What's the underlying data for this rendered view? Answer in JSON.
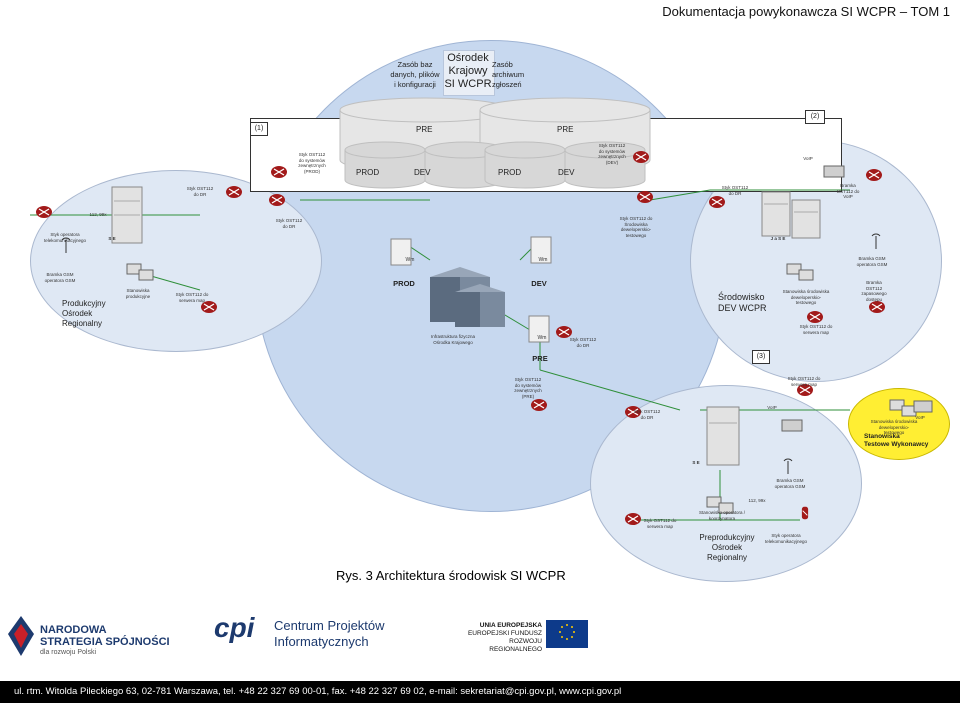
{
  "header": {
    "title": "Dokumentacja powykonawcza SI WCPR – TOM 1"
  },
  "center": {
    "title_lines": [
      "Ośrodek",
      "Krajowy",
      "SI WCPR"
    ],
    "res_left_lines": [
      "Zasób baz",
      "danych, plików",
      "i konfiguracji"
    ],
    "res_right_lines": [
      "Zasób",
      "archiwum",
      "zgłoszeń"
    ],
    "box1": "(1)",
    "box2": "(2)",
    "box3": "(3)",
    "pre": "PRE",
    "prod": "PROD",
    "dev": "DEV",
    "wm": "Wm",
    "infra_lines": [
      "Infrastruktura fizyczna",
      "Ośrodka Krajowego"
    ],
    "env_prod": "PROD",
    "env_dev": "DEV",
    "env_pre": "PRE"
  },
  "labels": {
    "styk_prod": [
      "Styk OST112",
      "do systemów",
      "zewnętrznych",
      "(PROD)"
    ],
    "styk_dev_top": [
      "Styk OST112",
      "do systemów",
      "zewnętrznych",
      "(DEV)"
    ],
    "styk_dr_left": [
      "Styk OST112",
      "do DR"
    ],
    "styk_dr_center": [
      "Styk OST112",
      "do DR"
    ],
    "styk_dr_right": [
      "Styk OST112",
      "do DR"
    ],
    "styk_srodowiska": [
      "Styk OST112 do",
      "Środowiska",
      "deweloperskio-",
      "testowego"
    ],
    "styk_dr_pre": [
      "Styk OST112",
      "do DR"
    ],
    "styk_pre_sys": [
      "Styk OST112",
      "do systemów",
      "zewnętrznych",
      "(PRE)"
    ],
    "styk_serwera_map_left": [
      "Styk OST112 do",
      "serwera map"
    ],
    "styk_serwera_map_right": [
      "Styk OST112 do",
      "serwera map"
    ],
    "styk_serwera_map_pre": [
      "Styk OST112 do",
      "serwera map"
    ],
    "styk_dr_bottom": [
      "Styk OST112",
      "do DR"
    ],
    "styk_serwera_map_bottom": [
      "Styk OST112 do",
      "serwera map"
    ],
    "styk_operatora_left": [
      "Styk operatora",
      "telekomunikacyjnego"
    ],
    "styk_operatora_bottom": [
      "Styk operatora",
      "telekomunikacyjnego"
    ],
    "brama_gsm_left": [
      "Bramka GSM",
      "operatora GSM"
    ],
    "brama_gsm_right": [
      "Bramka GSM",
      "operatora GSM"
    ],
    "brama_gsm_bottom": [
      "Bramka GSM",
      "operatora GSM"
    ],
    "brama_voip": [
      "Bramka",
      "OST112 do",
      "VoIP"
    ],
    "brama_zapasowy": [
      "Bramka",
      "OST112",
      "zapasowego",
      "dostępu"
    ],
    "stanowiska_prod": [
      "Stanowiska",
      "produkcyjne"
    ],
    "stanowiska_dev": [
      "Stanowiska środowiska",
      "deweloperskio-",
      "testowego"
    ],
    "stanowiska_test": [
      "Stanowiska środowiska",
      "deweloperskio-",
      "testowego"
    ],
    "stanowisko_operatora": [
      "Stanowisko operatora /",
      "koordynatora"
    ],
    "voip_top": "VoIP",
    "voip_bottom": "VoIP",
    "voip_test": "VoIP",
    "num_112_left": "112, 99x",
    "num_112_bottom": "112, 99x",
    "se_left": "S E",
    "jase": "J a S E",
    "se_bottom": "S E"
  },
  "regions": {
    "prod_regional": [
      "Produkcyjny",
      "Ośrodek",
      "Regionalny"
    ],
    "dev_wcpr": [
      "Środowisko",
      "DEV WCPR"
    ],
    "test_wykonawcy": [
      "Stanowiska",
      "Testowe Wykonawcy"
    ],
    "preprod": [
      "Preprodukcyjny",
      "Ośrodek",
      "Regionalny"
    ]
  },
  "caption": "Rys. 3 Architektura środowisk SI WCPR",
  "logos": {
    "nss_lines": [
      "NARODOWA",
      "STRATEGIA SPÓJNOŚCI"
    ],
    "nss_sub": "dla rozwoju Polski",
    "cpi_mark": "cpi",
    "cpi_lines": [
      "Centrum Projektów",
      "Informatycznych"
    ],
    "ue_lines": [
      "UNIA EUROPEJSKA",
      "EUROPEJSKI FUNDUSZ",
      "ROZWOJU REGIONALNEGO"
    ]
  },
  "footer": {
    "text": "ul. rtm. Witolda Pileckiego 63, 02-781 Warszawa, tel. +48 22 327 69 00-01, fax. +48 22 327 69 02, e-mail: sekretariat@cpi.gov.pl, www.cpi.gov.pl"
  },
  "colors": {
    "center_ellipse": "#c7d8ef",
    "region_ellipse": "#dfe8f4",
    "yellow": "#ffee33",
    "router": "#a21a1a",
    "link": "#2f8f3a",
    "storage": "#c8c8c8"
  }
}
